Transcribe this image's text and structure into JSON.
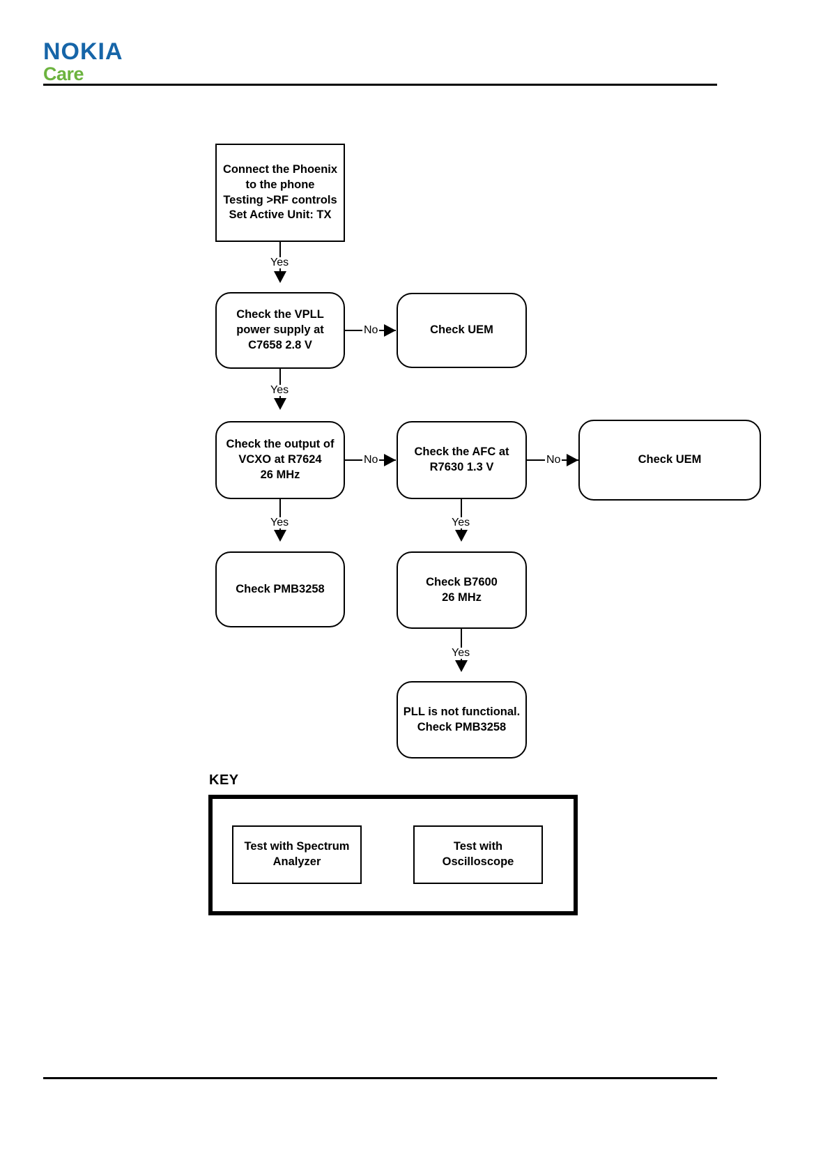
{
  "header": {
    "logo_primary": "NOKIA",
    "logo_secondary": "Care",
    "logo_primary_color": "#1665a8",
    "logo_secondary_color": "#6cb33f"
  },
  "flowchart": {
    "nodes": [
      {
        "id": "start",
        "label": "Connect the Phoenix\nto the phone\nTesting >RF controls\nSet Active Unit: TX",
        "shape": "sharp"
      },
      {
        "id": "vpll",
        "label": "Check the VPLL\npower supply at\nC7658 2.8 V",
        "shape": "rounded"
      },
      {
        "id": "uem1",
        "label": "Check UEM",
        "shape": "rounded"
      },
      {
        "id": "vcxo",
        "label": "Check the output of\nVCXO at R7624\n26 MHz",
        "shape": "rounded"
      },
      {
        "id": "afc",
        "label": "Check the AFC at\nR7630 1.3 V",
        "shape": "rounded"
      },
      {
        "id": "uem2",
        "label": "Check UEM",
        "shape": "rounded"
      },
      {
        "id": "pmb",
        "label": "Check  PMB3258",
        "shape": "rounded"
      },
      {
        "id": "b7600",
        "label": "Check B7600\n26 MHz",
        "shape": "rounded"
      },
      {
        "id": "pll_fail",
        "label": "PLL is not functional.\nCheck PMB3258",
        "shape": "rounded"
      }
    ],
    "edges": [
      {
        "id": "start-vpll",
        "label": "Yes"
      },
      {
        "id": "vpll-uem1",
        "label": "No"
      },
      {
        "id": "vpll-vcxo",
        "label": "Yes"
      },
      {
        "id": "vcxo-afc",
        "label": "No"
      },
      {
        "id": "afc-uem2",
        "label": "No"
      },
      {
        "id": "vcxo-pmb",
        "label": "Yes"
      },
      {
        "id": "afc-b7600",
        "label": "Yes"
      },
      {
        "id": "b7600-pllfail",
        "label": "Yes"
      }
    ]
  },
  "key": {
    "title": "KEY",
    "items": [
      {
        "id": "spectrum",
        "label": "Test with Spectrum\nAnalyzer"
      },
      {
        "id": "oscilloscope",
        "label": "Test with\nOscilloscope"
      }
    ]
  }
}
